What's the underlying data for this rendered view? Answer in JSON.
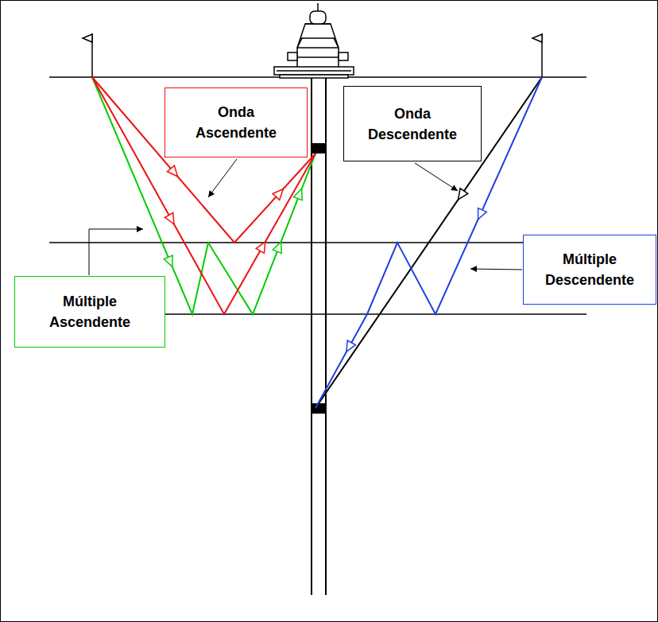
{
  "diagram": {
    "nodes": [
      {
        "text": [
          "Onda Ascendente"
        ]
      },
      {
        "text": [
          "Onda Descendente"
        ]
      },
      {
        "text": [
          "Múltiple Ascendente"
        ]
      },
      {
        "text": [
          "Múltiple Descendente"
        ]
      }
    ]
  }
}
